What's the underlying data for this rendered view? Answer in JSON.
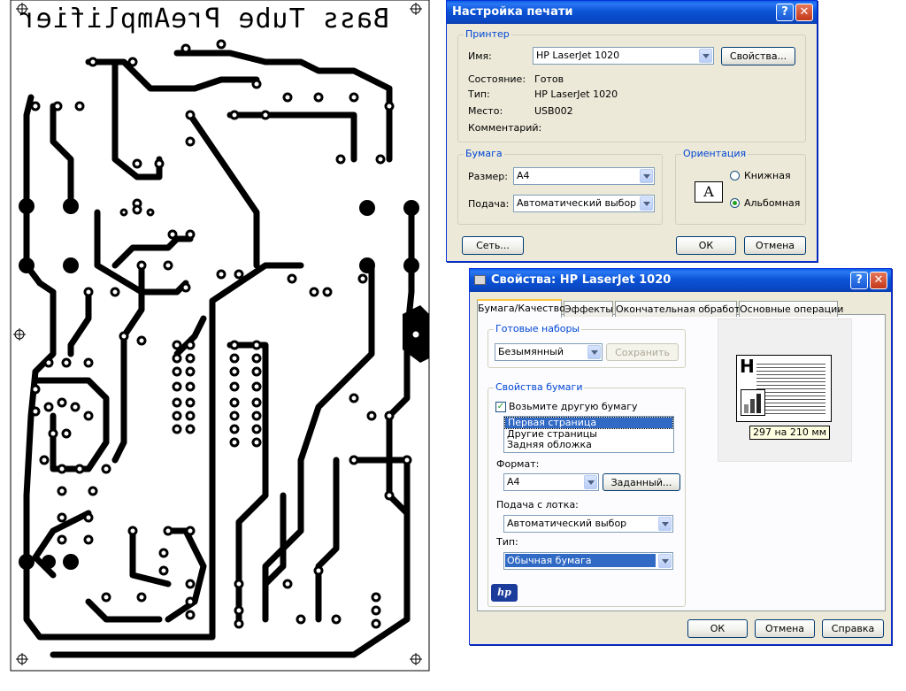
{
  "pcb": {
    "title": "Bass Tube PreAmplifier"
  },
  "print_setup": {
    "title": "Настройка печати",
    "help_glyph": "?",
    "close_glyph": "✕",
    "printer_group": "Принтер",
    "name_label": "Имя:",
    "name_value": "HP LaserJet 1020",
    "properties_button": "Свойства...",
    "status_label": "Состояние:",
    "status_value": "Готов",
    "type_label": "Тип:",
    "type_value": "HP LaserJet 1020",
    "where_label": "Место:",
    "where_value": "USB002",
    "comment_label": "Комментарий:",
    "paper_group": "Бумага",
    "size_label": "Размер:",
    "size_value": "A4",
    "source_label": "Подача:",
    "source_value": "Автоматический выбор",
    "orientation_group": "Ориентация",
    "orientation_icon_glyph": "A",
    "portrait_label": "Книжная",
    "landscape_label": "Альбомная",
    "selected_orientation": "landscape",
    "network_button": "Сеть...",
    "ok_button": "ОК",
    "cancel_button": "Отмена"
  },
  "properties": {
    "title": "Свойства: HP LaserJet 1020",
    "help_glyph": "?",
    "close_glyph": "✕",
    "tabs": [
      {
        "label": "Бумага/Качество",
        "active": true
      },
      {
        "label": "Эффекты",
        "active": false
      },
      {
        "label": "Окончательная обработка",
        "active": false
      },
      {
        "label": "Основные операции",
        "active": false
      }
    ],
    "presets_group": "Готовые наборы",
    "preset_value": "Безымянный",
    "save_button": "Сохранить",
    "paper_group": "Свойства бумаги",
    "use_different_paper": "Возьмите другую бумагу",
    "use_different_paper_checked": true,
    "pages_list": [
      {
        "label": "Первая страница",
        "selected": true
      },
      {
        "label": "Другие страницы",
        "selected": false
      },
      {
        "label": "Задняя обложка",
        "selected": false
      }
    ],
    "format_label": "Формат:",
    "format_value": "A4",
    "custom_button": "Заданный...",
    "tray_label": "Подача с лотка:",
    "tray_value": "Автоматический выбор",
    "type_label": "Тип:",
    "type_value": "Обычная бумага",
    "preview_letter": "H",
    "preview_size": "297 на 210 мм",
    "logo_text": "hp",
    "ok_button": "ОК",
    "cancel_button": "Отмена",
    "help_button": "Справка"
  }
}
